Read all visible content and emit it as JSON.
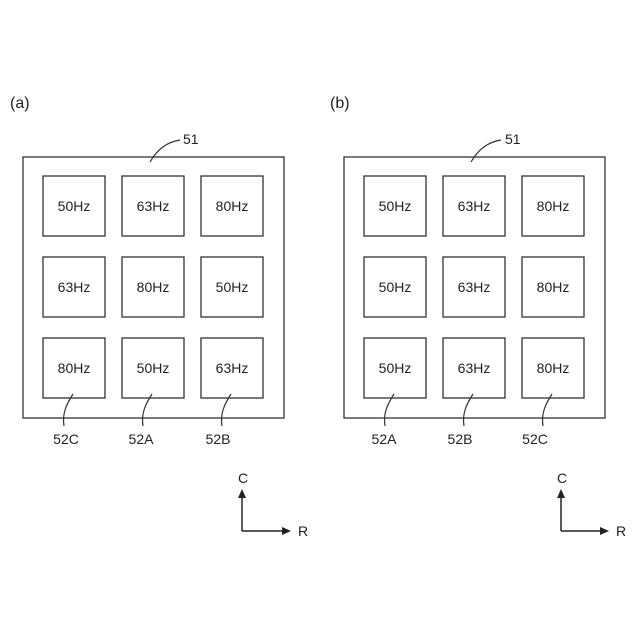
{
  "panels": [
    {
      "label": "(a)",
      "plate_ref": "51",
      "grid": [
        [
          "50Hz",
          "63Hz",
          "80Hz"
        ],
        [
          "63Hz",
          "80Hz",
          "50Hz"
        ],
        [
          "80Hz",
          "50Hz",
          "63Hz"
        ]
      ],
      "bottom_refs": [
        "52C",
        "52A",
        "52B"
      ],
      "axes": {
        "up": "C",
        "right": "R"
      }
    },
    {
      "label": "(b)",
      "plate_ref": "51",
      "grid": [
        [
          "50Hz",
          "63Hz",
          "80Hz"
        ],
        [
          "50Hz",
          "63Hz",
          "80Hz"
        ],
        [
          "50Hz",
          "63Hz",
          "80Hz"
        ]
      ],
      "bottom_refs": [
        "52A",
        "52B",
        "52C"
      ],
      "axes": {
        "up": "C",
        "right": "R"
      }
    }
  ]
}
